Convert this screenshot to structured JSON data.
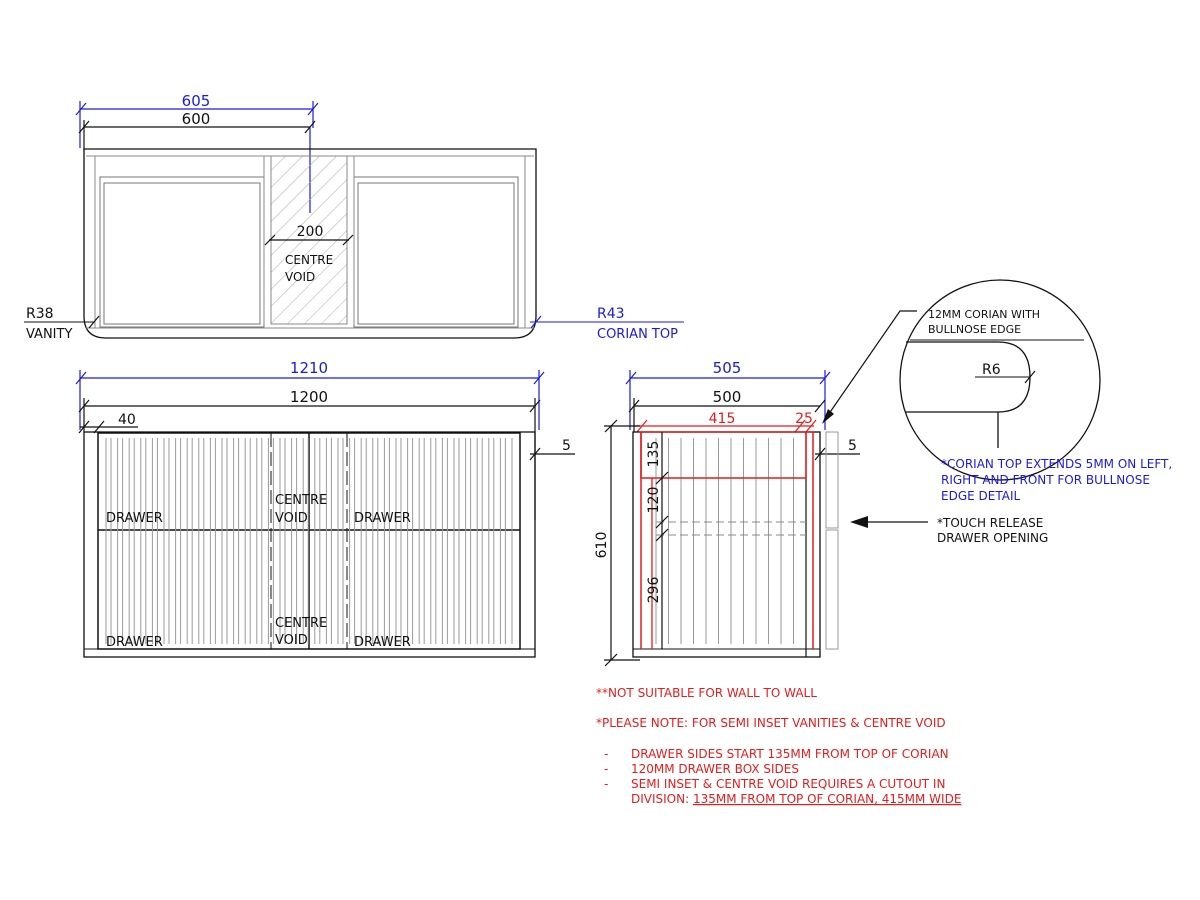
{
  "colors": {
    "line": "#111111",
    "blue": "#1a1adf",
    "red": "#e41c1c",
    "gray": "#9a9a9a"
  },
  "plan": {
    "dim_corian_width": "605",
    "dim_vanity_width": "600",
    "dim_void_width": "200",
    "void_label_1": "CENTRE",
    "void_label_2": "VOID",
    "vanity_radius": "R38",
    "vanity_label": "VANITY",
    "corian_radius": "R43",
    "corian_label": "CORIAN TOP"
  },
  "front": {
    "dim_corian_width": "1210",
    "dim_vanity_width": "1200",
    "dim_side": "40",
    "dim_top_extend": "5",
    "drawer_label": "DRAWER",
    "void_label_1": "CENTRE",
    "void_label_2": "VOID"
  },
  "side": {
    "dim_corian_depth": "505",
    "dim_vanity_depth": "500",
    "dim_cutout_width": "415",
    "dim_cutout_offset": "25",
    "dim_top_extend": "5",
    "dim_height": "610",
    "dim_drawer_start": "135",
    "dim_box_sides": "120",
    "dim_lower": "296"
  },
  "detail": {
    "title_line1": "12MM CORIAN WITH",
    "title_line2": "BULLNOSE EDGE",
    "radius": "R6",
    "note_line1": "*CORIAN TOP EXTENDS 5MM ON LEFT,",
    "note_line2": "RIGHT AND FRONT FOR BULLNOSE",
    "note_line3": "EDGE DETAIL"
  },
  "touch_release": {
    "line1": "*TOUCH RELEASE",
    "line2": "DRAWER OPENING"
  },
  "notes": {
    "wall": "**NOT SUITABLE FOR WALL TO WALL",
    "semi_inset": "*PLEASE NOTE: FOR SEMI INSET VANITIES & CENTRE VOID",
    "bullet": "-",
    "item1": "DRAWER SIDES START 135MM FROM TOP OF CORIAN",
    "item2": "120MM DRAWER BOX SIDES",
    "item3_line1": "SEMI INSET & CENTRE VOID REQUIRES A CUTOUT IN",
    "item3_line2_prefix": "DIVISION: ",
    "item3_line2_underlined": "135MM FROM TOP OF CORIAN, 415MM WIDE"
  }
}
